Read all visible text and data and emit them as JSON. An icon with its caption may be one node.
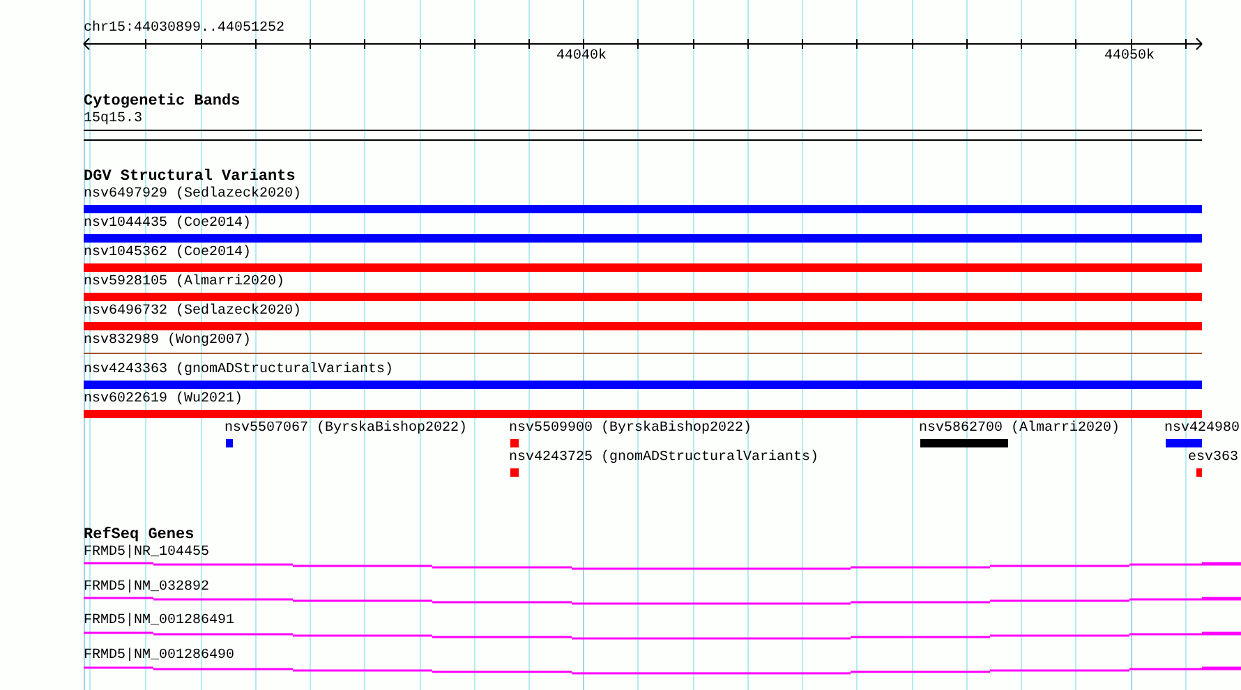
{
  "diagram": {
    "labels": [
      "chr15:44030899..44051252",
      "44040k",
      "44050k",
      "Cytogenetic Bands",
      "15q15.3",
      "DGV Structural Variants",
      "nsv6497929 (Sedlazeck2020)",
      "nsv1044435 (Coe2014)",
      "nsv1045362 (Coe2014)",
      "nsv5928105 (Almarri2020)",
      "nsv6496732 (Sedlazeck2020)",
      "nsv832989 (Wong2007)",
      "nsv4243363 (gnomADStructuralVariants)",
      "nsv6022619 (Wu2021)",
      "nsv5507067 (ByrskaBishop2022)",
      "nsv5509900 (ByrskaBishop2022)",
      "nsv5862700 (Almarri2020)",
      "nsv424980",
      "nsv4243725 (gnomADStructuralVariants)",
      "esv363",
      "RefSeq Genes",
      "FRMD5|NR_104455",
      "FRMD5|NM_032892",
      "FRMD5|NM_001286491",
      "FRMD5|NM_001286490"
    ]
  }
}
